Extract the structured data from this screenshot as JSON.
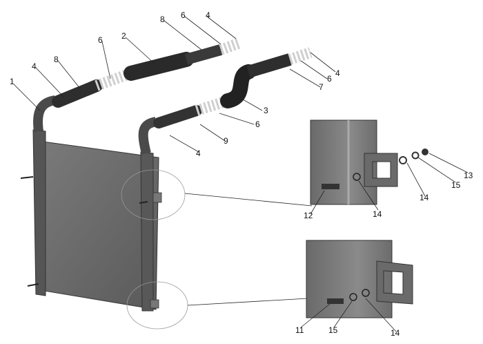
{
  "callouts": [
    {
      "id": "c1",
      "label": "1"
    },
    {
      "id": "c2",
      "label": "2"
    },
    {
      "id": "c3",
      "label": "3"
    },
    {
      "id": "c4a",
      "label": "4"
    },
    {
      "id": "c4b",
      "label": "4"
    },
    {
      "id": "c4c",
      "label": "4"
    },
    {
      "id": "c4d",
      "label": "4"
    },
    {
      "id": "c6a",
      "label": "6"
    },
    {
      "id": "c6b",
      "label": "6"
    },
    {
      "id": "c6c",
      "label": "6"
    },
    {
      "id": "c6d",
      "label": "6"
    },
    {
      "id": "c7",
      "label": "7"
    },
    {
      "id": "c8a",
      "label": "8"
    },
    {
      "id": "c8b",
      "label": "8"
    },
    {
      "id": "c9",
      "label": "9"
    },
    {
      "id": "c11",
      "label": "11"
    },
    {
      "id": "c12",
      "label": "12"
    },
    {
      "id": "c13",
      "label": "13"
    },
    {
      "id": "c14a",
      "label": "14"
    },
    {
      "id": "c14b",
      "label": "14"
    },
    {
      "id": "c14c",
      "label": "14"
    },
    {
      "id": "c15a",
      "label": "15"
    },
    {
      "id": "c15b",
      "label": "15"
    }
  ],
  "colors": {
    "panel": "#6e6e6e",
    "hose": "#2a2a2a",
    "clamp": "#cfcfcf",
    "line": "#222222"
  }
}
